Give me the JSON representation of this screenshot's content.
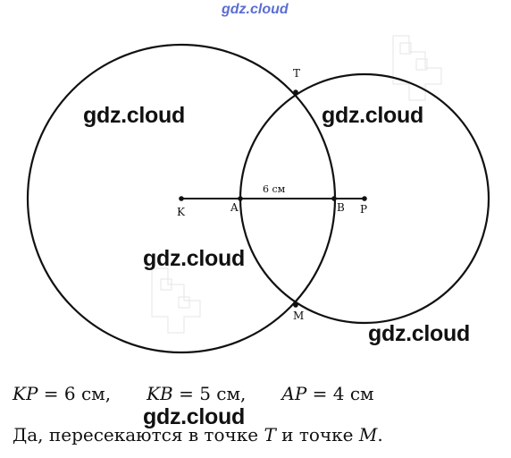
{
  "watermarks": {
    "top": "gdz.cloud",
    "w1": "gdz.cloud",
    "w2": "gdz.cloud",
    "w3": "gdz.cloud",
    "w4": "gdz.cloud",
    "w5": "gdz.cloud"
  },
  "points": {
    "T": "T",
    "K": "K",
    "A": "A",
    "B": "B",
    "P": "P",
    "M": "M"
  },
  "segment_label": "6 см",
  "equations": {
    "eq1_var": "KP",
    "eq1_rest": " = 6 см,",
    "eq2_var": "KB",
    "eq2_rest": " = 5 см,",
    "eq3_var": "AP",
    "eq3_rest": " = 4 см"
  },
  "answer": {
    "part1": "Да, пересекаются в точке ",
    "t": "T",
    "part2": " и точке ",
    "m": "M",
    "part3": "."
  }
}
